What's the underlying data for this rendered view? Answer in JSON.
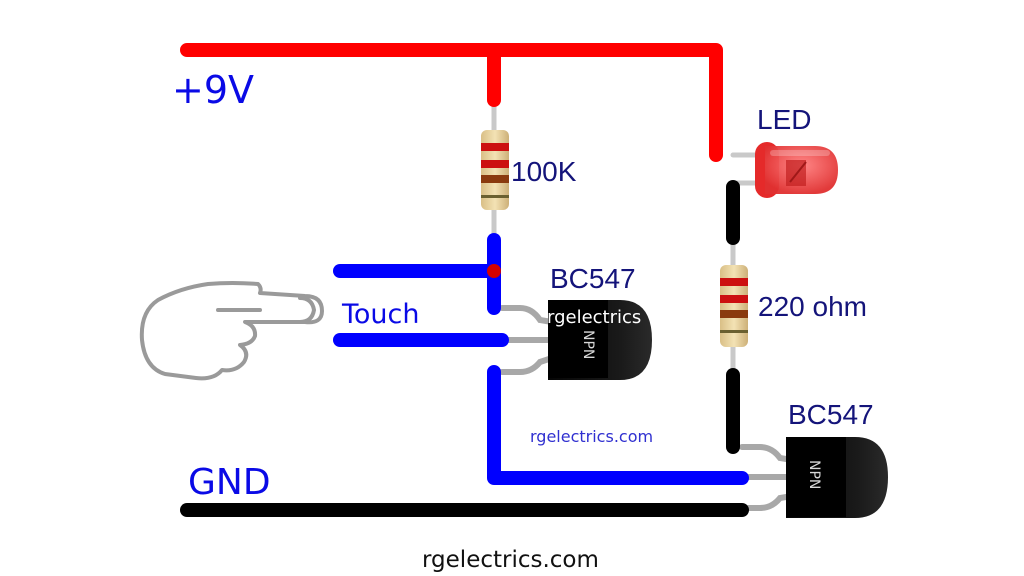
{
  "diagram": {
    "title": "Touch switch circuit using two BC547 NPN transistors",
    "labels": {
      "supply": "+9V",
      "ground": "GND",
      "touch": "Touch",
      "led": "LED",
      "resistor_base": "100K",
      "resistor_led": "220 ohm",
      "transistor_1": "BC547",
      "transistor_2": "BC547",
      "transistor_type": "NPN",
      "watermark_overlay": "rgelectrics",
      "watermark_mid": "rgelectrics.com",
      "footer": "rgelectrics.com"
    },
    "components": [
      {
        "id": "R1",
        "type": "resistor",
        "value": "100K",
        "bands": [
          "red",
          "red",
          "brown"
        ]
      },
      {
        "id": "R2",
        "type": "resistor",
        "value": "220 ohm",
        "bands": [
          "red",
          "red",
          "brown"
        ]
      },
      {
        "id": "D1",
        "type": "led",
        "color": "red"
      },
      {
        "id": "Q1",
        "type": "npn-transistor",
        "part": "BC547"
      },
      {
        "id": "Q2",
        "type": "npn-transistor",
        "part": "BC547"
      },
      {
        "id": "touch-plate",
        "type": "touch-contacts"
      }
    ],
    "colors": {
      "positive_wire": "#ff0000",
      "signal_wire": "#0000ff",
      "ground_wire": "#000000",
      "junction": "#d40000",
      "label_blue": "#0a0ae6",
      "label_navy": "#14147a"
    }
  }
}
